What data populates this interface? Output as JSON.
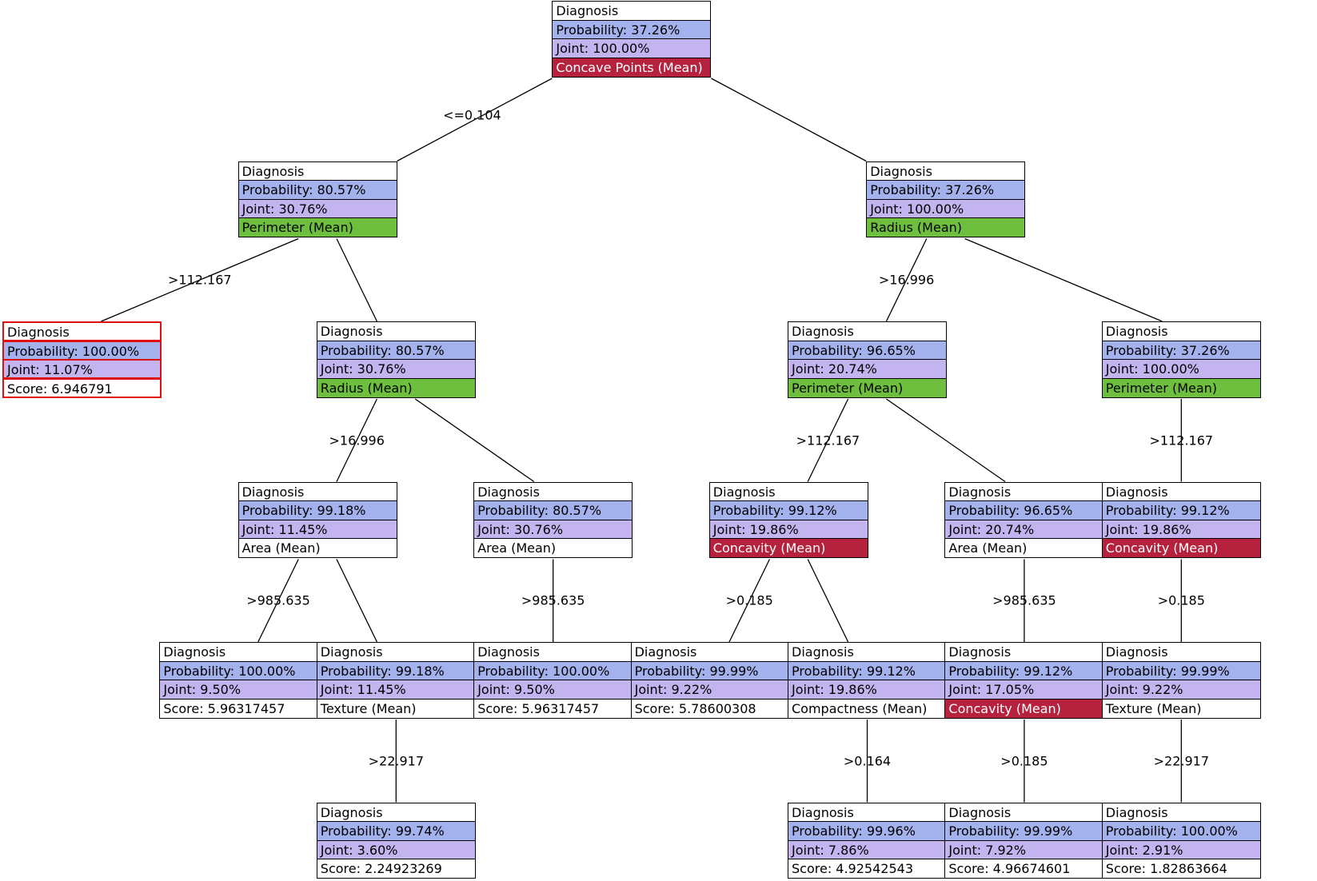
{
  "nodes": [
    {
      "id": "n0",
      "parent": null,
      "col": 7,
      "level": 0,
      "head": "Diagnosis",
      "prob": "Probability: 37.26%",
      "joint": "Joint: 100.00%",
      "last": "Concave Points (Mean)",
      "last_style": "red",
      "edge_label": "",
      "edge_label_side": ""
    },
    {
      "id": "n1",
      "parent": "n0",
      "col": 3,
      "level": 1,
      "head": "Diagnosis",
      "prob": "Probability: 80.57%",
      "joint": "Joint: 30.76%",
      "last": "Perimeter (Mean)",
      "last_style": "green",
      "edge_label": "<=0.104",
      "edge_label_side": "parent"
    },
    {
      "id": "n2",
      "parent": "n0",
      "col": 11,
      "level": 1,
      "head": "Diagnosis",
      "prob": "Probability: 37.26%",
      "joint": "Joint: 100.00%",
      "last": "Radius (Mean)",
      "last_style": "green",
      "edge_label": "",
      "edge_label_side": ""
    },
    {
      "id": "n3",
      "parent": "n1",
      "col": 0,
      "level": 2,
      "head": "Diagnosis",
      "prob": "Probability: 100.00%",
      "joint": "Joint: 11.07%",
      "last": "Score: 6.946791",
      "last_style": "white",
      "selected": true,
      "edge_label": ">112.167",
      "edge_label_side": "mid"
    },
    {
      "id": "n4",
      "parent": "n1",
      "col": 4,
      "level": 2,
      "head": "Diagnosis",
      "prob": "Probability: 80.57%",
      "joint": "Joint: 30.76%",
      "last": "Radius (Mean)",
      "last_style": "green",
      "edge_label": "",
      "edge_label_side": ""
    },
    {
      "id": "n5",
      "parent": "n2",
      "col": 10,
      "level": 2,
      "head": "Diagnosis",
      "prob": "Probability: 96.65%",
      "joint": "Joint: 20.74%",
      "last": "Perimeter (Mean)",
      "last_style": "green",
      "edge_label": ">16.996",
      "edge_label_side": "mid"
    },
    {
      "id": "n6",
      "parent": "n2",
      "col": 14,
      "level": 2,
      "head": "Diagnosis",
      "prob": "Probability: 37.26%",
      "joint": "Joint: 100.00%",
      "last": "Perimeter (Mean)",
      "last_style": "green",
      "edge_label": "",
      "edge_label_side": ""
    },
    {
      "id": "n7",
      "parent": "n4",
      "col": 3,
      "level": 3,
      "head": "Diagnosis",
      "prob": "Probability: 99.18%",
      "joint": "Joint: 11.45%",
      "last": "Area (Mean)",
      "last_style": "white",
      "edge_label": ">16.996",
      "edge_label_side": "mid"
    },
    {
      "id": "n8",
      "parent": "n4",
      "col": 6,
      "level": 3,
      "head": "Diagnosis",
      "prob": "Probability: 80.57%",
      "joint": "Joint: 30.76%",
      "last": "Area (Mean)",
      "last_style": "white",
      "edge_label": "",
      "edge_label_side": ""
    },
    {
      "id": "n9",
      "parent": "n5",
      "col": 9,
      "level": 3,
      "head": "Diagnosis",
      "prob": "Probability: 99.12%",
      "joint": "Joint: 19.86%",
      "last": "Concavity (Mean)",
      "last_style": "red",
      "edge_label": ">112.167",
      "edge_label_side": "mid"
    },
    {
      "id": "n10",
      "parent": "n5",
      "col": 12,
      "level": 3,
      "head": "Diagnosis",
      "prob": "Probability: 96.65%",
      "joint": "Joint: 20.74%",
      "last": "Area (Mean)",
      "last_style": "white",
      "edge_label": "",
      "edge_label_side": ""
    },
    {
      "id": "n11",
      "parent": "n6",
      "col": 14,
      "level": 3,
      "head": "Diagnosis",
      "prob": "Probability: 99.12%",
      "joint": "Joint: 19.86%",
      "last": "Concavity (Mean)",
      "last_style": "red",
      "edge_label": ">112.167",
      "edge_label_side": "mid"
    },
    {
      "id": "n12",
      "parent": "n7",
      "col": 2,
      "level": 4,
      "head": "Diagnosis",
      "prob": "Probability: 100.00%",
      "joint": "Joint: 9.50%",
      "last": "Score: 5.96317457",
      "last_style": "white",
      "edge_label": ">985.635",
      "edge_label_side": "mid"
    },
    {
      "id": "n13",
      "parent": "n7",
      "col": 4,
      "level": 4,
      "head": "Diagnosis",
      "prob": "Probability: 99.18%",
      "joint": "Joint: 11.45%",
      "last": "Texture (Mean)",
      "last_style": "white",
      "edge_label": "",
      "edge_label_side": ""
    },
    {
      "id": "n14",
      "parent": "n8",
      "col": 6,
      "level": 4,
      "head": "Diagnosis",
      "prob": "Probability: 100.00%",
      "joint": "Joint: 9.50%",
      "last": "Score: 5.96317457",
      "last_style": "white",
      "edge_label": ">985.635",
      "edge_label_side": "mid"
    },
    {
      "id": "n15",
      "parent": "n9",
      "col": 8,
      "level": 4,
      "head": "Diagnosis",
      "prob": "Probability: 99.99%",
      "joint": "Joint: 9.22%",
      "last": "Score: 5.78600308",
      "last_style": "white",
      "edge_label": ">0.185",
      "edge_label_side": "mid"
    },
    {
      "id": "n16",
      "parent": "n9",
      "col": 10,
      "level": 4,
      "head": "Diagnosis",
      "prob": "Probability: 99.12%",
      "joint": "Joint: 19.86%",
      "last": "Compactness (Mean)",
      "last_style": "white",
      "edge_label": "",
      "edge_label_side": ""
    },
    {
      "id": "n17",
      "parent": "n10",
      "col": 12,
      "level": 4,
      "head": "Diagnosis",
      "prob": "Probability: 99.12%",
      "joint": "Joint: 17.05%",
      "last": "Concavity (Mean)",
      "last_style": "red",
      "edge_label": ">985.635",
      "edge_label_side": "mid"
    },
    {
      "id": "n18",
      "parent": "n11",
      "col": 14,
      "level": 4,
      "head": "Diagnosis",
      "prob": "Probability: 99.99%",
      "joint": "Joint: 9.22%",
      "last": "Texture (Mean)",
      "last_style": "white",
      "edge_label": ">0.185",
      "edge_label_side": "mid"
    },
    {
      "id": "n19",
      "parent": "n13",
      "col": 4,
      "level": 5,
      "head": "Diagnosis",
      "prob": "Probability: 99.74%",
      "joint": "Joint: 3.60%",
      "last": "Score: 2.24923269",
      "last_style": "white",
      "edge_label": ">22.917",
      "edge_label_side": "mid"
    },
    {
      "id": "n20",
      "parent": "n16",
      "col": 10,
      "level": 5,
      "head": "Diagnosis",
      "prob": "Probability: 99.96%",
      "joint": "Joint: 7.86%",
      "last": "Score: 4.92542543",
      "last_style": "white",
      "edge_label": ">0.164",
      "edge_label_side": "mid"
    },
    {
      "id": "n21",
      "parent": "n17",
      "col": 12,
      "level": 5,
      "head": "Diagnosis",
      "prob": "Probability: 99.99%",
      "joint": "Joint: 7.92%",
      "last": "Score: 4.96674601",
      "last_style": "white",
      "edge_label": ">0.185",
      "edge_label_side": "mid"
    },
    {
      "id": "n22",
      "parent": "n18",
      "col": 14,
      "level": 5,
      "head": "Diagnosis",
      "prob": "Probability: 100.00%",
      "joint": "Joint: 2.91%",
      "last": "Score: 1.82863664",
      "last_style": "white",
      "edge_label": ">22.917",
      "edge_label_side": "mid"
    }
  ]
}
